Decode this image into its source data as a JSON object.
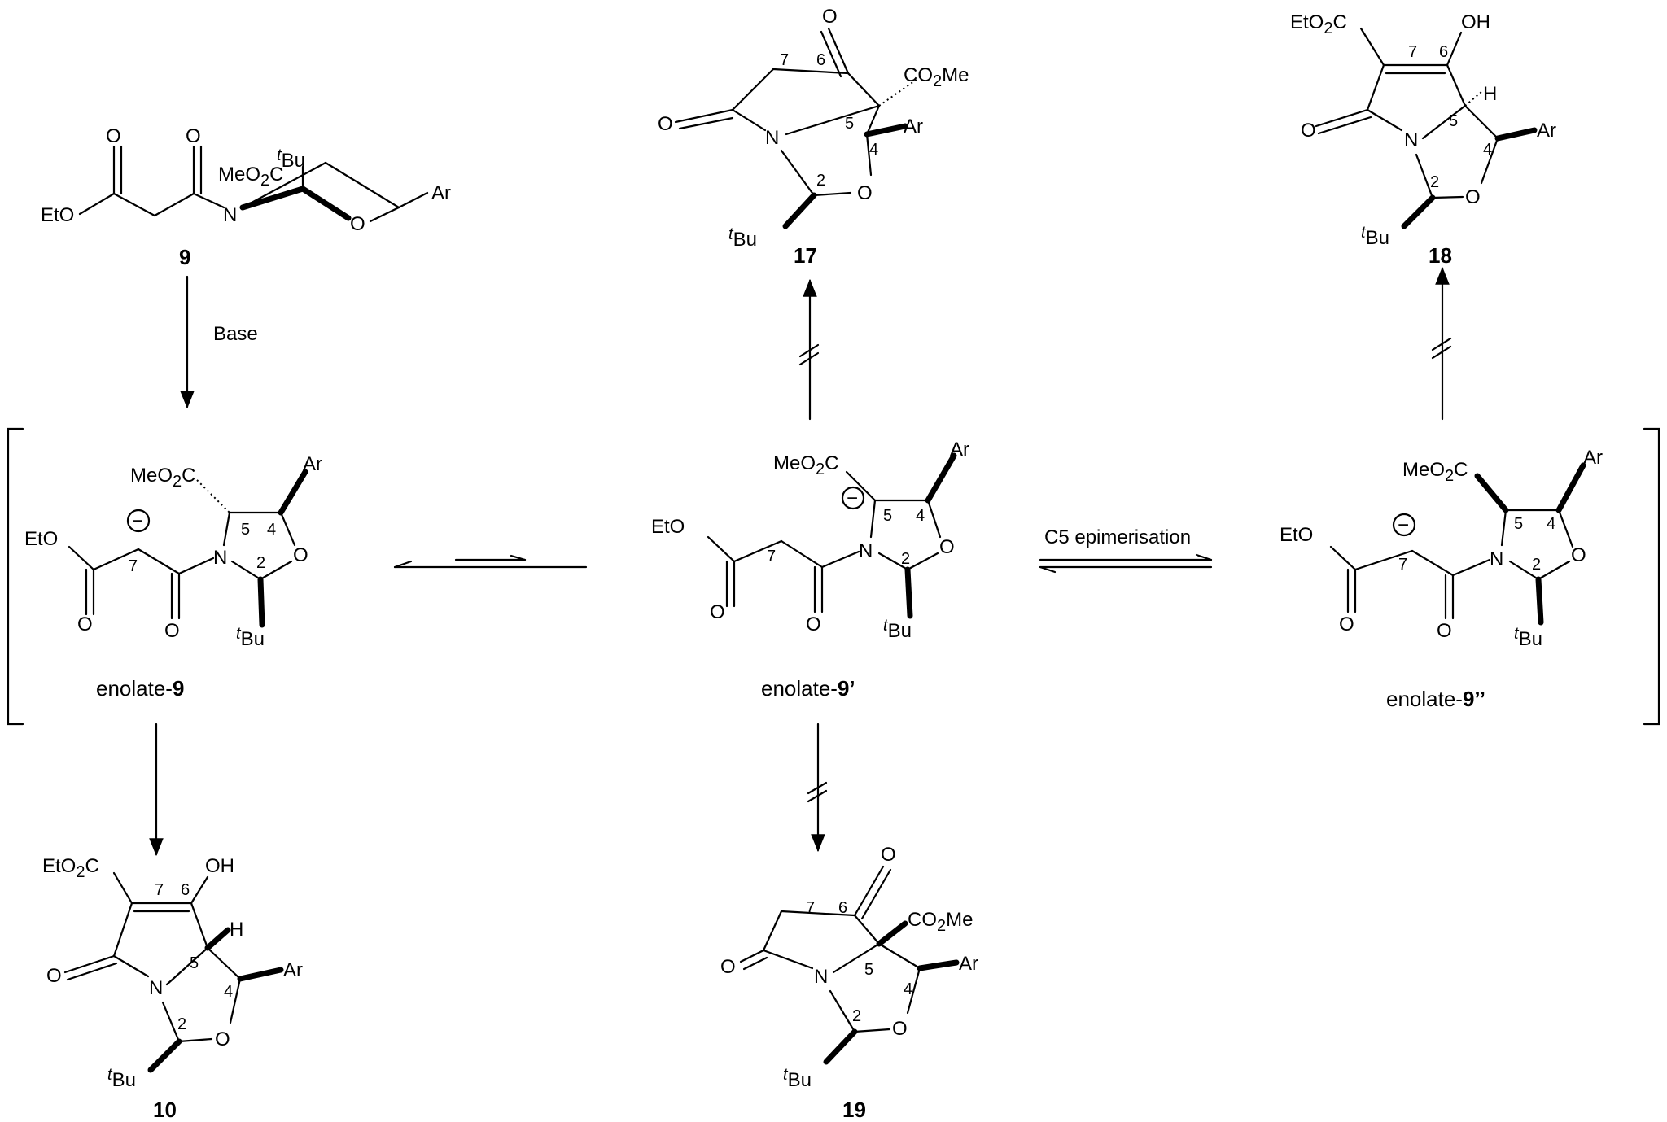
{
  "labels": {
    "eto": "EtO",
    "etoc": "EtO",
    "mecoc": "MeO",
    "co2me": "CO",
    "me": "Me",
    "c": "C",
    "sub2": "2",
    "ar": "Ar",
    "n": "N",
    "o": "O",
    "oh": "OH",
    "h": "H",
    "t": "t",
    "bu": "Bu",
    "minus": "−"
  },
  "numbers": {
    "n2": "2",
    "n4": "4",
    "n5": "5",
    "n6": "6",
    "n7": "7"
  },
  "compounds": {
    "c9": "9",
    "c10": "10",
    "c17": "17",
    "c18": "18",
    "c19": "19"
  },
  "captions": {
    "enolate_prefix": "enolate-",
    "e9": "9",
    "e9p": "9’",
    "e9pp": "9’’"
  },
  "conditions": {
    "base": "Base",
    "c5_epim": "C5 epimerisation"
  }
}
